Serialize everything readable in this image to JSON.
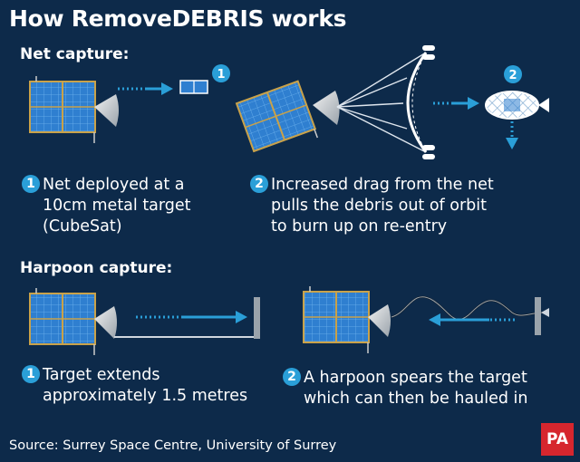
{
  "title": "How RemoveDEBRIS works",
  "net_section": {
    "heading": "Net capture:",
    "marker_1": "1",
    "marker_2": "2",
    "step1": {
      "badge": "1",
      "line1": "Net deployed at a",
      "line2": "10cm metal target",
      "line3": "(CubeSat)"
    },
    "step2": {
      "badge": "2",
      "line1": "Increased drag from the net",
      "line2": "pulls the debris out of orbit",
      "line3": "to burn up on re-entry"
    }
  },
  "harpoon_section": {
    "heading": "Harpoon capture:",
    "step1": {
      "badge": "1",
      "line1": "Target extends",
      "line2": "approximately 1.5 metres"
    },
    "step2": {
      "badge": "2",
      "line1": "A harpoon spears the target",
      "line2": "which can then be hauled in"
    }
  },
  "source": "Source: Surrey Space Centre, University of Surrey",
  "logo_text": "PA",
  "colors": {
    "background": "#0d2a4a",
    "accent": "#2a9fd8",
    "panel": "#2f7fd0",
    "frame": "#c9a24a",
    "logo": "#d6262e"
  }
}
